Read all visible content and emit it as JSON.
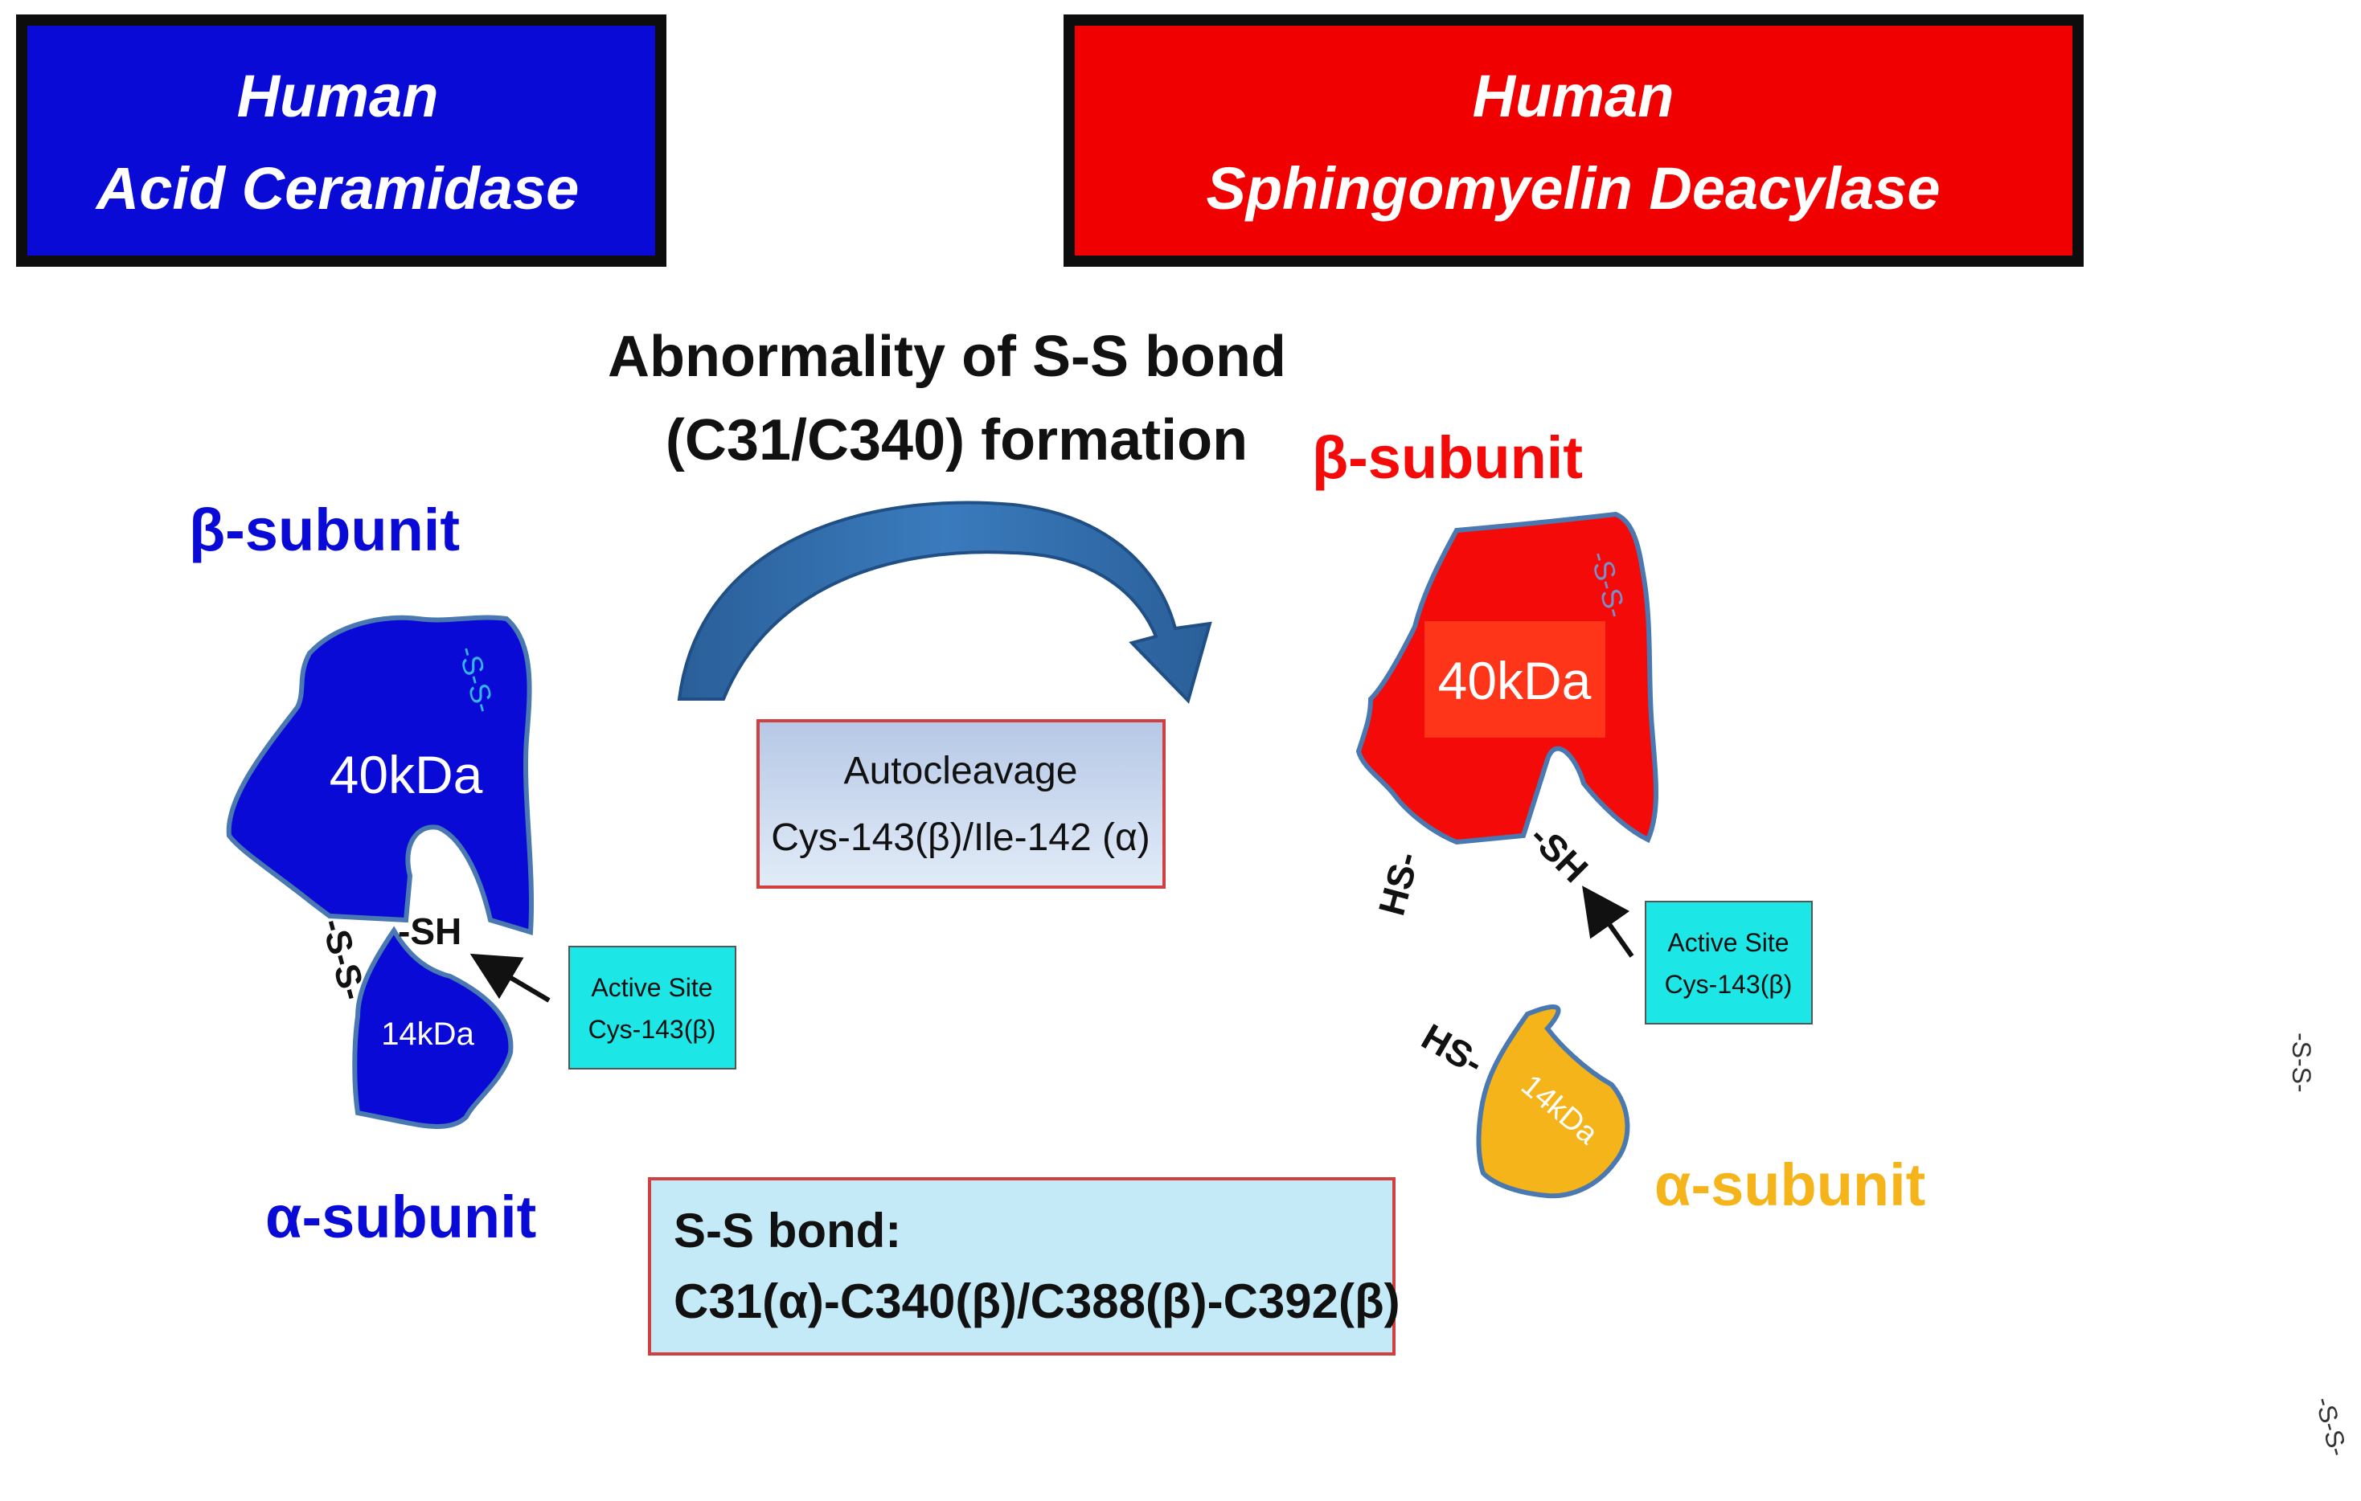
{
  "headers": {
    "left": {
      "line1": "Human",
      "line2": "Acid Ceramidase",
      "color": "#0a0ad6"
    },
    "right": {
      "line1": "Human",
      "line2": "Sphingomyelin Deacylase",
      "color": "#f00000"
    }
  },
  "center": {
    "title_line1": "Abnormality of  S-S bond",
    "title_line2": "(C31/C340) formation",
    "autocleavage_line1": "Autocleavage",
    "autocleavage_line2": "Cys-143(β)/Ile-142 (α)",
    "ss_bond_line1": "S-S bond:",
    "ss_bond_line2": "C31(α)-C340(β)/C388(β)-C392(β)"
  },
  "left_protein": {
    "beta_label": "β-subunit",
    "alpha_label": "α-subunit",
    "beta_mass": "40kDa",
    "alpha_mass": "14kDa",
    "ss_top": "-S-S-",
    "ss_link": "-S-S-",
    "sh": "-SH",
    "active_site_line1": "Active Site",
    "active_site_line2": "Cys-143(β)",
    "color": "#0a0ad6"
  },
  "right_protein": {
    "beta_label": "β-subunit",
    "alpha_label": "α-subunit",
    "beta_mass": "40kDa",
    "alpha_mass": "14kDa",
    "ss_top": "-S-S-",
    "hs_beta": "HS-",
    "sh": "-SH",
    "hs_alpha": "HS-",
    "active_site_line1": "Active Site",
    "active_site_line2": "Cys-143(β)",
    "beta_color": "#f50a0a",
    "alpha_color": "#f4b41a",
    "alpha_label_color": "#f4b41a"
  },
  "stray": {
    "ss_1": "-S-S-",
    "ss_2": "-S-S-"
  },
  "colors": {
    "active_site_bg": "#1ce6e6",
    "arrow": "#2f6aa5",
    "box_border": "#d04040"
  }
}
